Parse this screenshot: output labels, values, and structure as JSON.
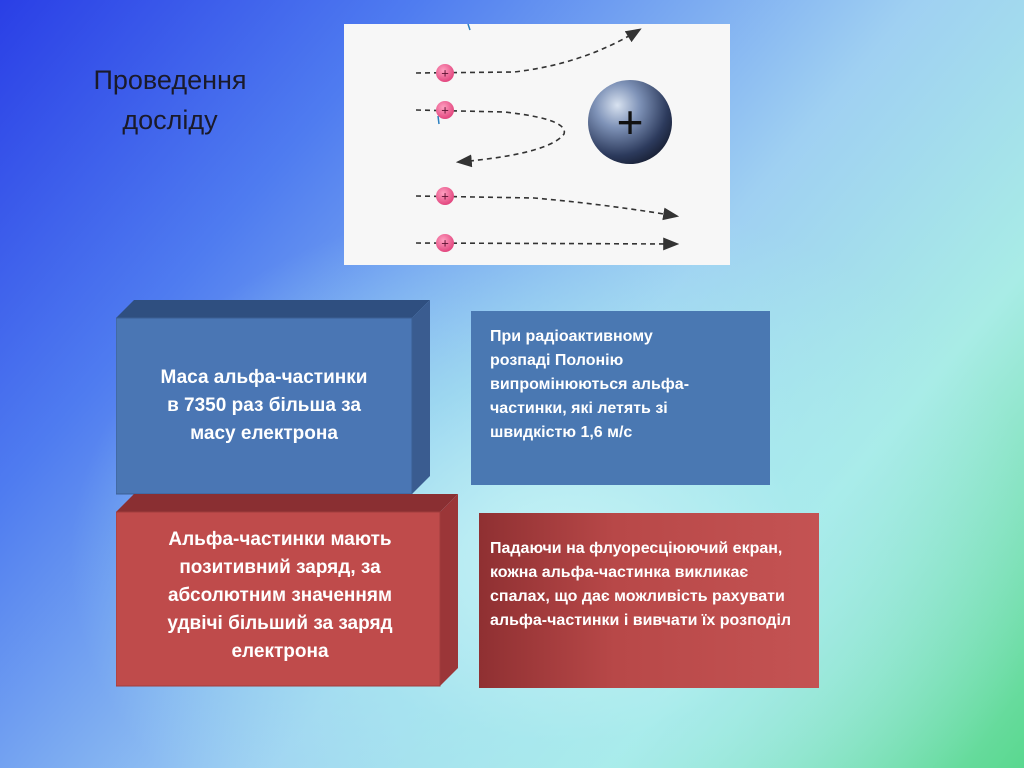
{
  "slide": {
    "title": "Проведення досліду",
    "figure": {
      "labels": {
        "nucleus_sign": "+",
        "particle_sign": "+"
      }
    },
    "boxes": {
      "mass": {
        "text": "Маса альфа-частинки в 7350 раз більша за масу електрона",
        "color": "#4a76b4"
      },
      "polonium": {
        "text": "При радіоактивному розпаді Полонію випромінюються альфа-частинки, які летять зі швидкістю 1,6 м/с",
        "color": "#4a78b2"
      },
      "charge": {
        "text": "Альфа-частинки мають позитивний заряд, за абсолютним значенням удвічі  більший за заряд електрона",
        "color": "#bf4b4b"
      },
      "screen": {
        "text": "Падаючи на флуоресціюючий екран, кожна альфа-частинка викликає спалах, що дає можливість рахувати альфа-частинки і вивчати їх розподіл",
        "color": "#b84848"
      }
    }
  }
}
